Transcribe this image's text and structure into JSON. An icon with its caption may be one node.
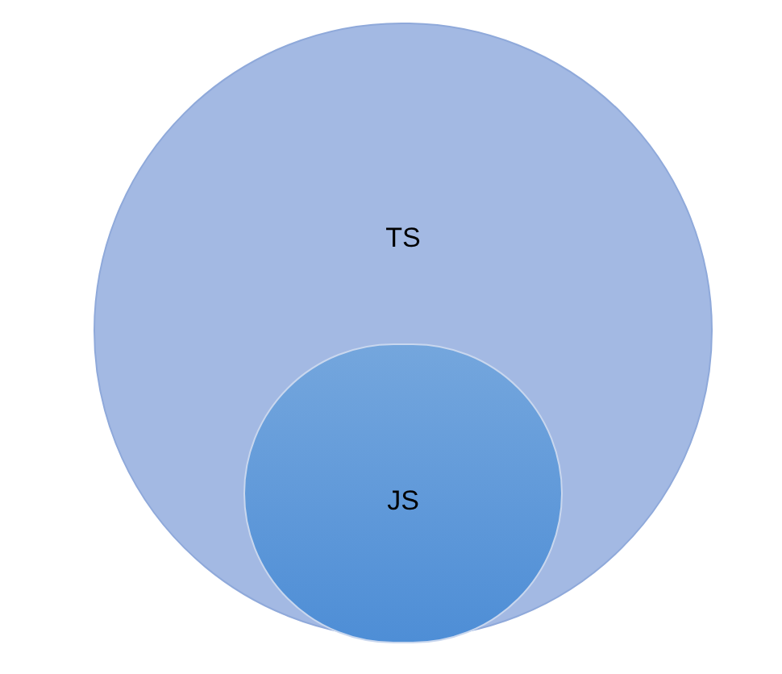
{
  "diagram": {
    "nodes": [
      {
        "text": [
          "TS"
        ]
      },
      {
        "text": [
          "JS"
        ],
        "in": 0
      }
    ]
  }
}
